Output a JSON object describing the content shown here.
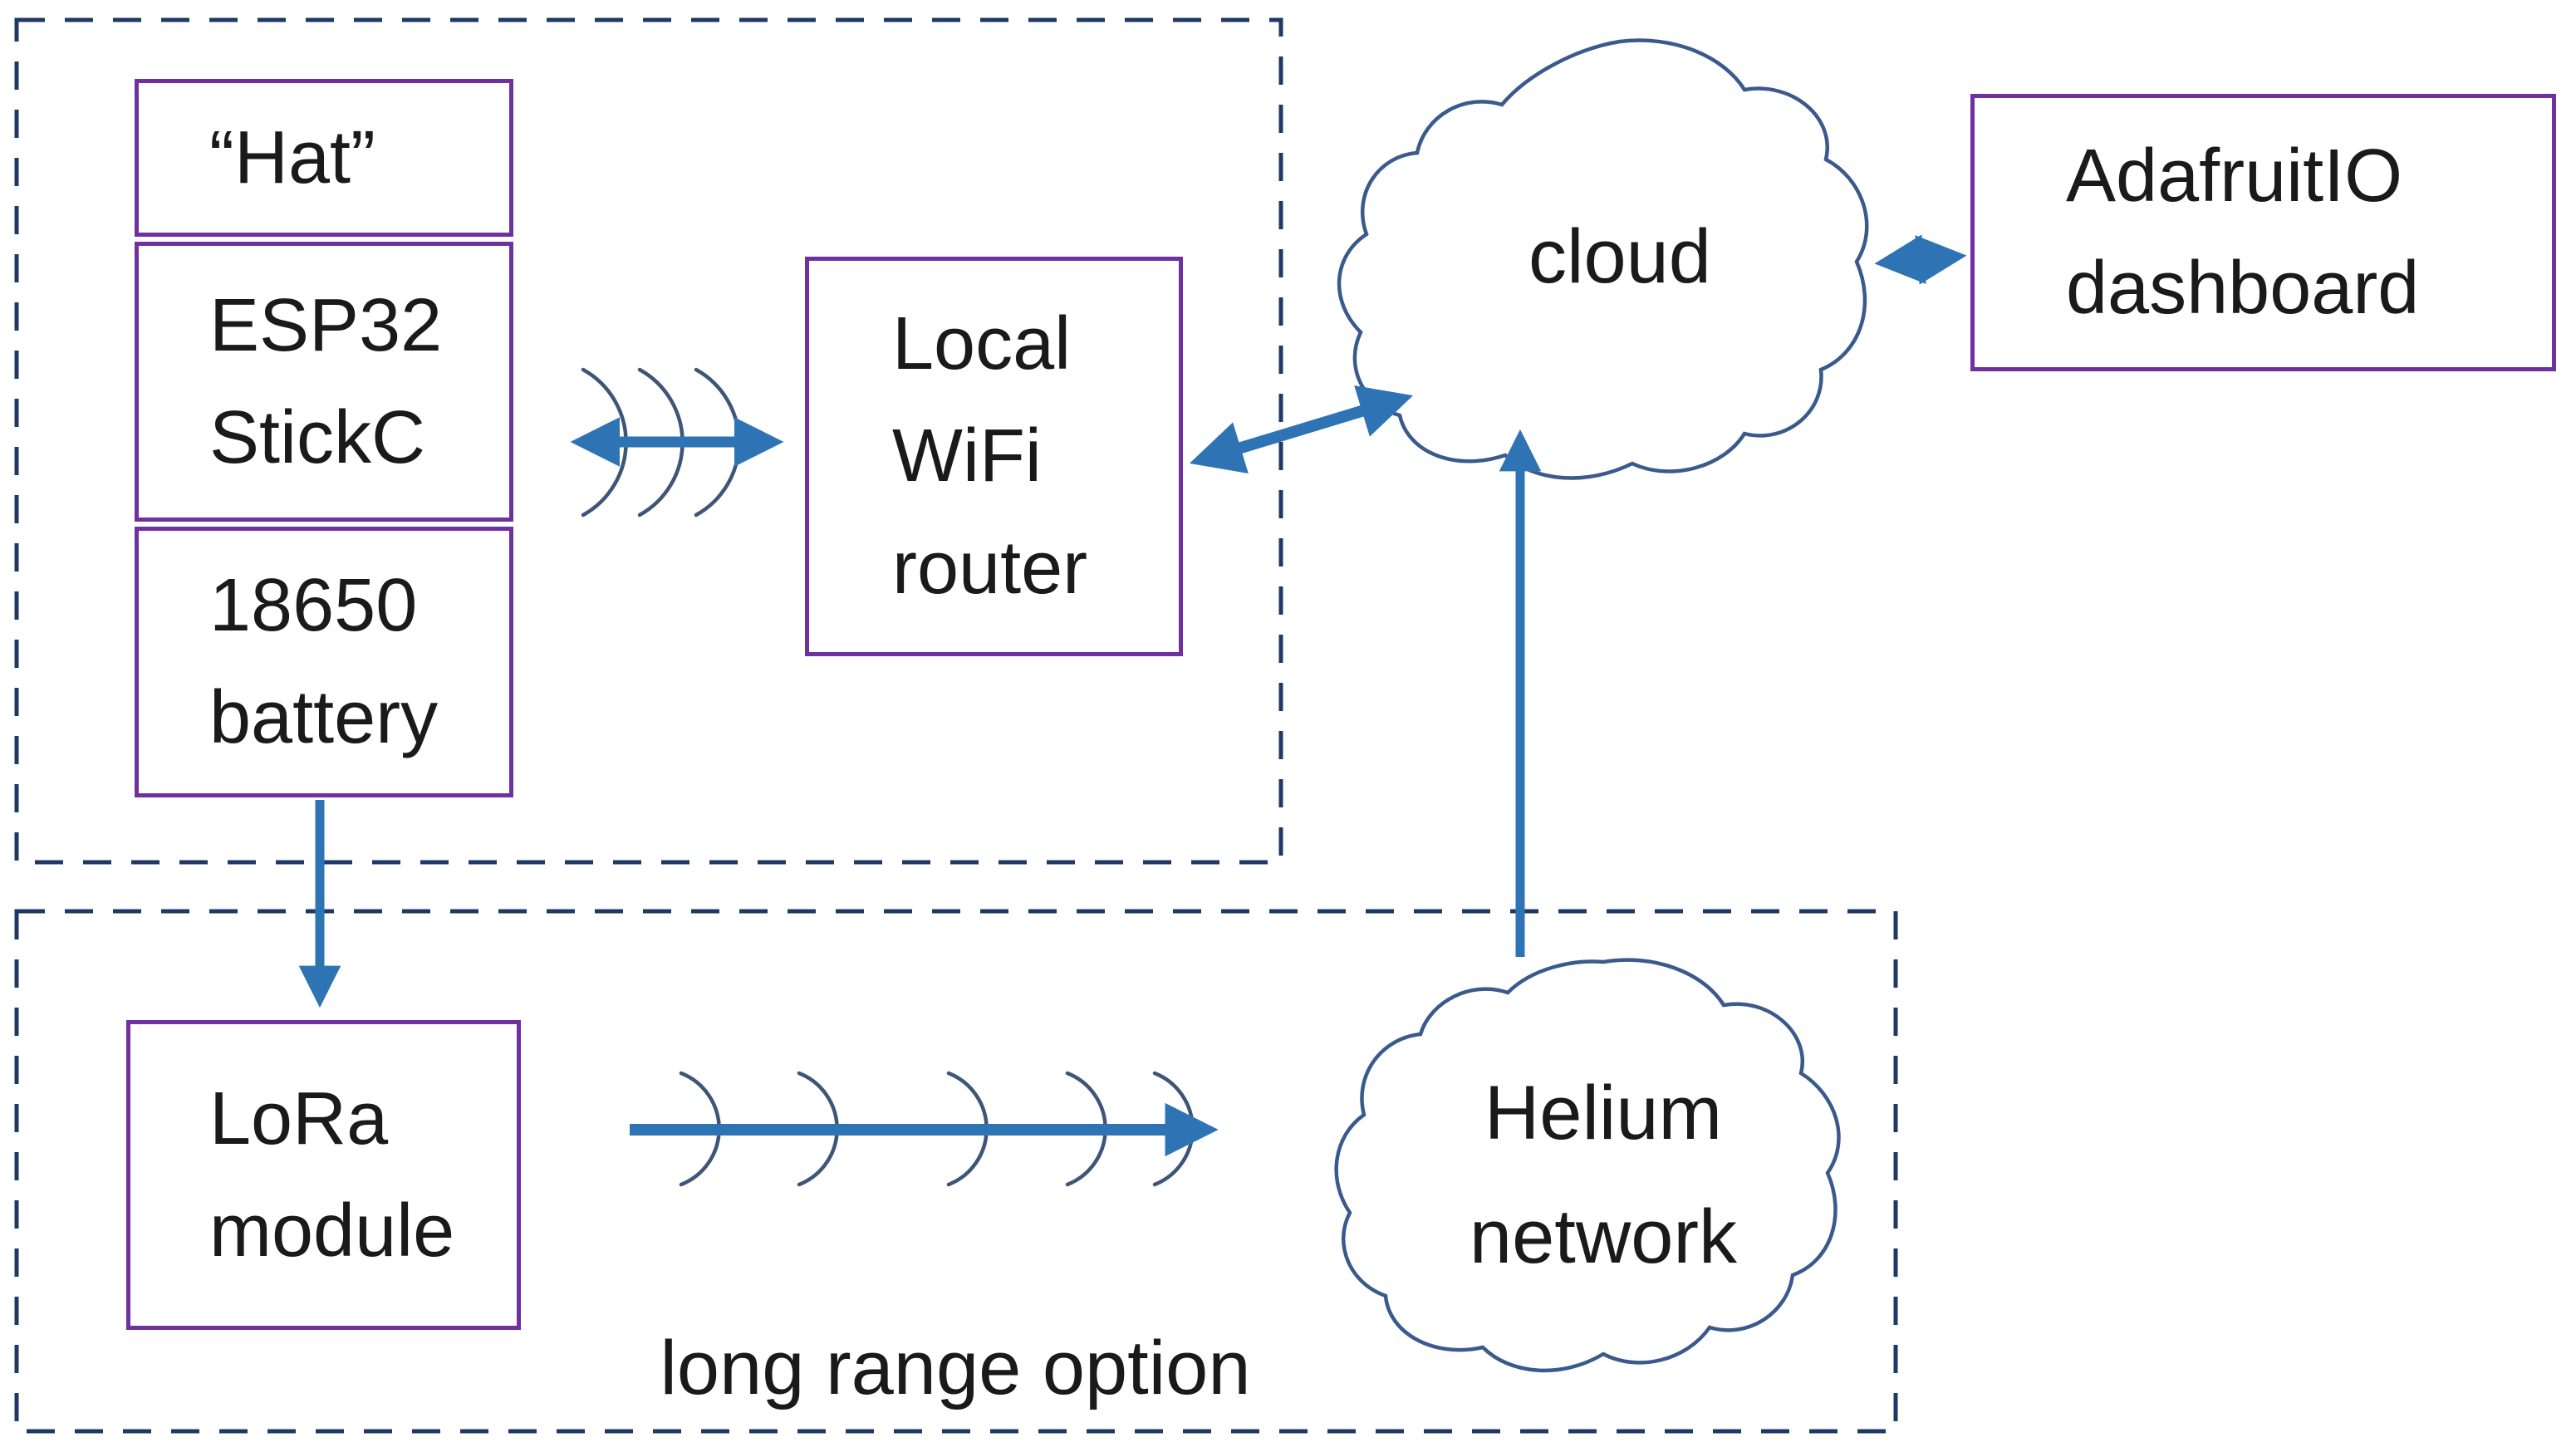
{
  "diagram": {
    "kind": "IoT architecture diagram",
    "colors": {
      "box_border_purple": "#7030A0",
      "arrow_blue": "#2E74B5",
      "dashed_region_border": "#1F3864",
      "cloud_outline": "#3A5A8C",
      "signal_arc": "#3E5577",
      "text": "#1A1A1A",
      "background": "#FFFFFF"
    },
    "nodes": {
      "hat": {
        "label": "“Hat”"
      },
      "esp32": {
        "lines": [
          "ESP32",
          "StickC"
        ]
      },
      "battery": {
        "lines": [
          "18650",
          "battery"
        ]
      },
      "router": {
        "lines": [
          "Local",
          "WiFi",
          "router"
        ]
      },
      "cloud": {
        "label": "cloud"
      },
      "adafruit": {
        "lines": [
          "AdafruitIO",
          "dashboard"
        ]
      },
      "helium": {
        "lines": [
          "Helium",
          "network"
        ]
      },
      "lora": {
        "lines": [
          "LoRa",
          "module"
        ]
      }
    },
    "labels": {
      "long_range": "long range option"
    }
  }
}
